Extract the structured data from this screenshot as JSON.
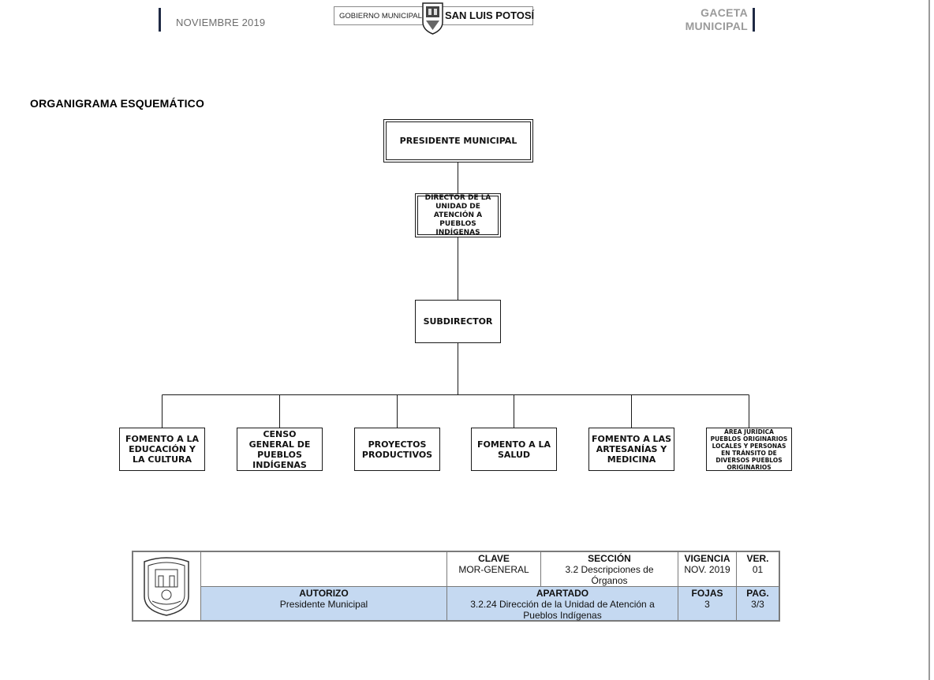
{
  "header": {
    "date": "NOVIEMBRE 2019",
    "gov_label": "GOBIERNO MUNICIPAL",
    "city_label": "SAN LUIS POTOSÍ",
    "gaceta_line1": "GACETA",
    "gaceta_line2": "MUNICIPAL"
  },
  "section_title": "ORGANIGRAMA ESQUEMÁTICO",
  "org": {
    "president": "PRESIDENTE MUNICIPAL",
    "director": "DIRECTOR DE LA UNIDAD DE ATENCIÓN A PUEBLOS INDÍGENAS",
    "subdirector": "SUBDIRECTOR",
    "areas": [
      "FOMENTO A LA EDUCACIÓN Y LA CULTURA",
      "CENSO GENERAL DE PUEBLOS INDÍGENAS",
      "PROYECTOS PRODUCTIVOS",
      "FOMENTO A LA SALUD",
      "FOMENTO A LAS ARTESANÍAS Y MEDICINA",
      "ÁREA JURÍDICA PUEBLOS ORIGINARIOS LOCALES Y PERSONAS EN TRÁNSITO DE DIVERSOS PUEBLOS ORIGINARIOS"
    ]
  },
  "footer": {
    "clave_label": "CLAVE",
    "clave_value": "MOR-GENERAL",
    "seccion_label": "SECCIÓN",
    "seccion_value": "3.2 Descripciones de Órganos",
    "vigencia_label": "VIGENCIA",
    "vigencia_value": "NOV. 2019",
    "ver_label": "VER.",
    "ver_value": "01",
    "autorizo_label": "AUTORIZO",
    "autorizo_value": "Presidente Municipal",
    "apartado_label": "APARTADO",
    "apartado_value": "3.2.24 Dirección de la Unidad de Atención a Pueblos Indígenas",
    "fojas_label": "FOJAS",
    "fojas_value": "3",
    "pag_label": "PAG.",
    "pag_value": "3/3"
  },
  "colors": {
    "accent_navy": "#1f2a44",
    "footer_blue": "#c5d9f1",
    "gaceta_grey": "#9a9a9a"
  }
}
